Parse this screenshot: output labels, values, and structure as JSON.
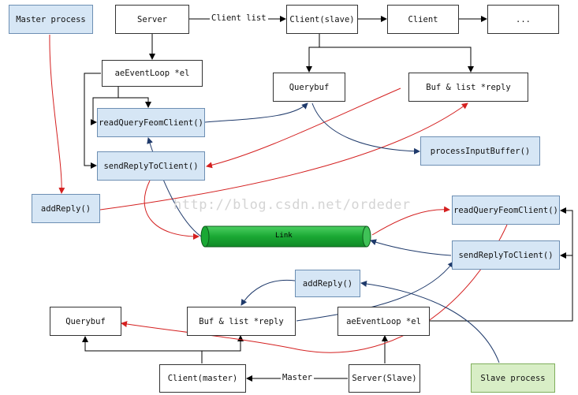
{
  "nodes": {
    "master_process": "Master process",
    "server": "Server",
    "client_slave": "Client(slave)",
    "client": "Client",
    "ellipsis": "...",
    "ae_event_loop_top": "aeEventLoop *el",
    "querybuf_top": "Querybuf",
    "buf_list_reply_top": "Buf & list *reply",
    "read_query_top": "readQueryFeomClient()",
    "send_reply_top": "sendReplyToClient()",
    "process_input_buffer": "processInputBuffer()",
    "add_reply_left": "addReply()",
    "read_query_right": "readQueryFeomClient()",
    "send_reply_right": "sendReplyToClient()",
    "add_reply_mid": "addReply()",
    "querybuf_bottom": "Querybuf",
    "buf_list_reply_bottom": "Buf & list *reply",
    "ae_event_loop_bottom": "aeEventLoop *el",
    "client_master": "Client(master)",
    "server_slave": "Server(Slave)",
    "slave_process": "Slave process",
    "link": "Link"
  },
  "edge_labels": {
    "client_list": "Client list",
    "master": "Master"
  },
  "watermark": "http://blog.csdn.net/ordeder",
  "colors": {
    "blue_fill": "#d6e6f5",
    "green_fill": "#d8eec6",
    "link_fill": "#1fae3c",
    "red_arrow": "#d42020",
    "navy_arrow": "#1f3a6b",
    "black_line": "#000000"
  }
}
